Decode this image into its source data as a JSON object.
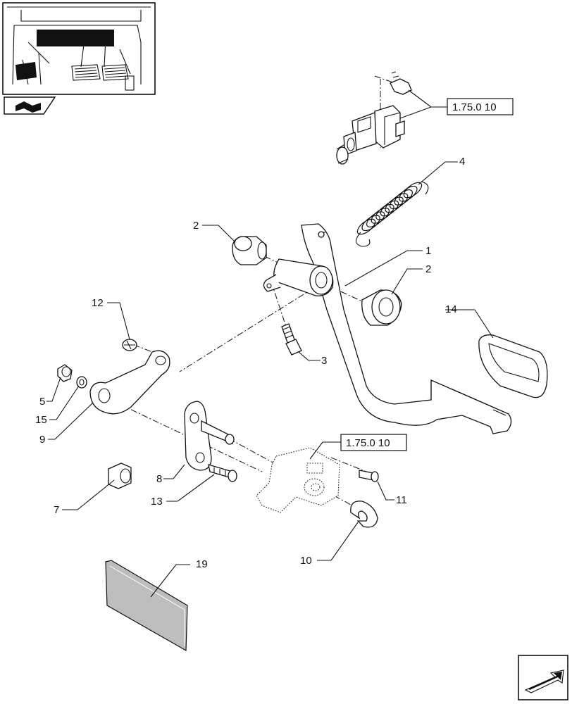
{
  "callouts": {
    "c1": "1",
    "c2a": "2",
    "c2b": "2",
    "c3": "3",
    "c4": "4",
    "c5": "5",
    "c7": "7",
    "c8": "8",
    "c9": "9",
    "c10": "10",
    "c11": "11",
    "c12": "12",
    "c13": "13",
    "c14": "14",
    "c15": "15",
    "c19": "19"
  },
  "references": {
    "top": "1.75.0 10",
    "middle": "1.75.0 10"
  },
  "icons": {
    "thumbnail": "tractor-cab-pedals-thumbnail",
    "book": "open-book-icon",
    "nav": "next-page-arrow-icon"
  }
}
